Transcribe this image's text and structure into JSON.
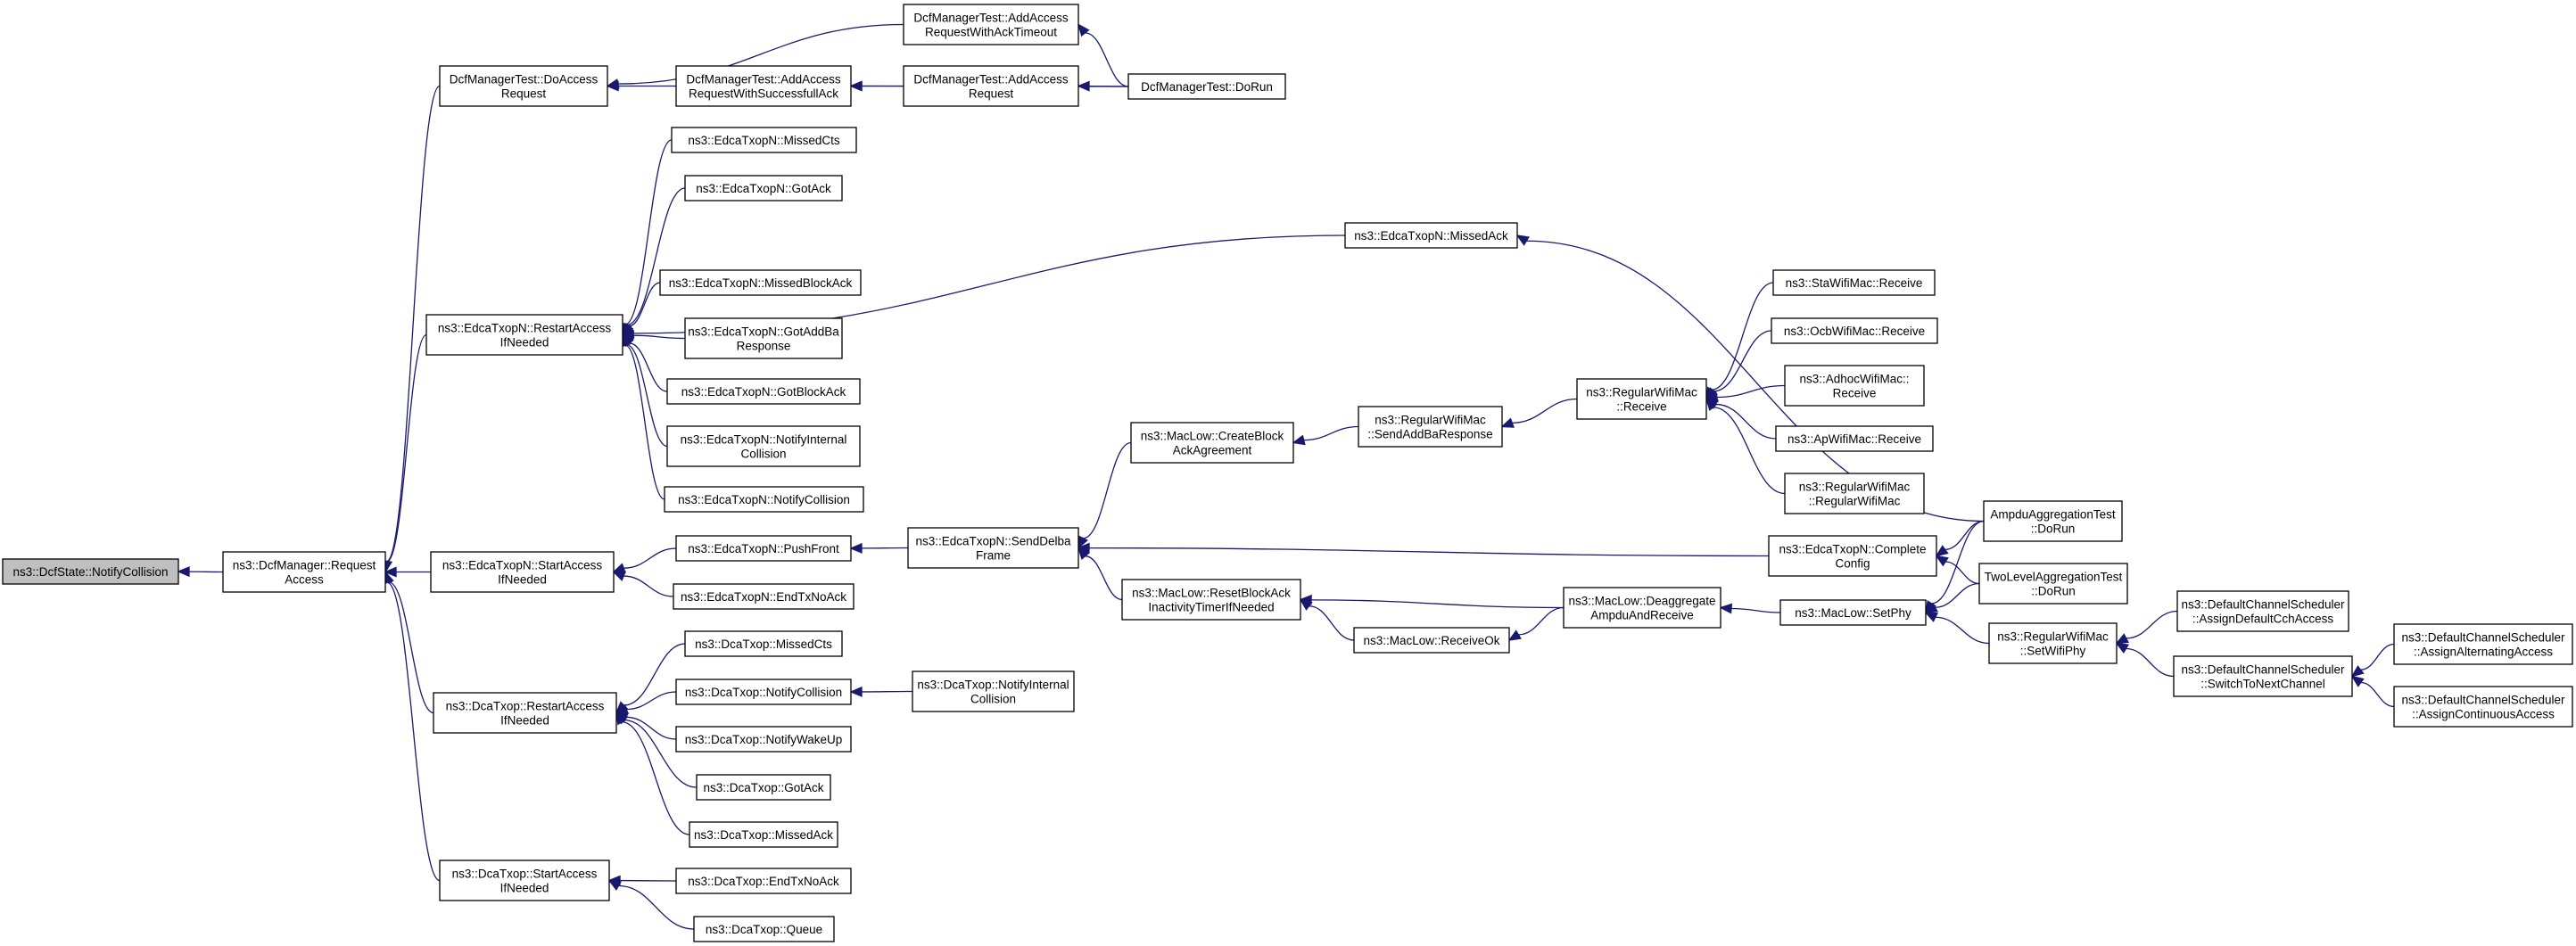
{
  "colors": {
    "edge": "#191970",
    "node_border": "#000000",
    "node_fill": "#ffffff",
    "root_fill": "#bfbfbf",
    "highlight_border": "#ff0000"
  },
  "nodes": [
    {
      "id": "root",
      "lines": [
        "ns3::DcfState::NotifyCollision"
      ],
      "style": "root"
    },
    {
      "id": "dcfmgr_req",
      "lines": [
        "ns3::DcfManager::Request",
        "Access"
      ]
    },
    {
      "id": "dmt_doaccess",
      "lines": [
        "DcfManagerTest::DoAccess",
        "Request"
      ]
    },
    {
      "id": "dmt_addtimeout",
      "lines": [
        "DcfManagerTest::AddAccess",
        "RequestWithAckTimeout"
      ]
    },
    {
      "id": "dmt_addsucc",
      "lines": [
        "DcfManagerTest::AddAccess",
        "RequestWithSuccessfullAck"
      ]
    },
    {
      "id": "dmt_addreq",
      "lines": [
        "DcfManagerTest::AddAccess",
        "Request"
      ]
    },
    {
      "id": "dmt_dorun",
      "lines": [
        "DcfManagerTest::DoRun"
      ]
    },
    {
      "id": "edca_restart",
      "lines": [
        "ns3::EdcaTxopN::RestartAccess",
        "IfNeeded"
      ]
    },
    {
      "id": "edca_missedcts",
      "lines": [
        "ns3::EdcaTxopN::MissedCts"
      ]
    },
    {
      "id": "edca_gotack",
      "lines": [
        "ns3::EdcaTxopN::GotAck"
      ]
    },
    {
      "id": "edca_missedack",
      "lines": [
        "ns3::EdcaTxopN::MissedAck"
      ]
    },
    {
      "id": "edca_missedblockack",
      "lines": [
        "ns3::EdcaTxopN::MissedBlockAck"
      ]
    },
    {
      "id": "edca_gotaddba",
      "lines": [
        "ns3::EdcaTxopN::GotAddBa",
        "Response"
      ]
    },
    {
      "id": "edca_gotblockack",
      "lines": [
        "ns3::EdcaTxopN::GotBlockAck"
      ]
    },
    {
      "id": "edca_notifyinternal",
      "lines": [
        "ns3::EdcaTxopN::NotifyInternal",
        "Collision"
      ]
    },
    {
      "id": "edca_notifycoll",
      "lines": [
        "ns3::EdcaTxopN::NotifyCollision"
      ]
    },
    {
      "id": "edca_start",
      "lines": [
        "ns3::EdcaTxopN::StartAccess",
        "IfNeeded"
      ]
    },
    {
      "id": "edca_pushfront",
      "lines": [
        "ns3::EdcaTxopN::PushFront"
      ]
    },
    {
      "id": "edca_endtxnoack",
      "lines": [
        "ns3::EdcaTxopN::EndTxNoAck"
      ]
    },
    {
      "id": "edca_senddelba",
      "lines": [
        "ns3::EdcaTxopN::SendDelba",
        "Frame"
      ]
    },
    {
      "id": "maclow_createblock",
      "lines": [
        "ns3::MacLow::CreateBlock",
        "AckAgreement"
      ]
    },
    {
      "id": "rwm_sendaddba",
      "lines": [
        "ns3::RegularWifiMac",
        "::SendAddBaResponse"
      ]
    },
    {
      "id": "rwm_receive",
      "lines": [
        "ns3::RegularWifiMac",
        "::Receive"
      ]
    },
    {
      "id": "sta_receive",
      "lines": [
        "ns3::StaWifiMac::Receive"
      ]
    },
    {
      "id": "ocb_receive",
      "lines": [
        "ns3::OcbWifiMac::Receive"
      ]
    },
    {
      "id": "adhoc_receive",
      "lines": [
        "ns3::AdhocWifiMac::",
        "Receive"
      ]
    },
    {
      "id": "ap_receive",
      "lines": [
        "ns3::ApWifiMac::Receive"
      ]
    },
    {
      "id": "rwm_ctor",
      "lines": [
        "ns3::RegularWifiMac",
        "::RegularWifiMac"
      ]
    },
    {
      "id": "maclow_reset",
      "lines": [
        "ns3::MacLow::ResetBlockAck",
        "InactivityTimerIfNeeded"
      ]
    },
    {
      "id": "maclow_receiveok",
      "lines": [
        "ns3::MacLow::ReceiveOk"
      ]
    },
    {
      "id": "maclow_deagg",
      "lines": [
        "ns3::MacLow::Deaggregate",
        "AmpduAndReceive"
      ]
    },
    {
      "id": "maclow_setphy",
      "lines": [
        "ns3::MacLow::SetPhy"
      ]
    },
    {
      "id": "edca_complete",
      "lines": [
        "ns3::EdcaTxopN::Complete",
        "Config"
      ]
    },
    {
      "id": "ampdu_dorun",
      "lines": [
        "AmpduAggregationTest",
        "::DoRun"
      ]
    },
    {
      "id": "twolevel_dorun",
      "lines": [
        "TwoLevelAggregationTest",
        "::DoRun"
      ]
    },
    {
      "id": "rwm_setwifiphy",
      "lines": [
        "ns3::RegularWifiMac",
        "::SetWifiPhy"
      ]
    },
    {
      "id": "dcs_assigndefault",
      "lines": [
        "ns3::DefaultChannelScheduler",
        "::AssignDefaultCchAccess"
      ]
    },
    {
      "id": "dcs_switch",
      "lines": [
        "ns3::DefaultChannelScheduler",
        "::SwitchToNextChannel"
      ],
      "style": "highlight"
    },
    {
      "id": "dcs_assignalt",
      "lines": [
        "ns3::DefaultChannelScheduler",
        "::AssignAlternatingAccess"
      ]
    },
    {
      "id": "dcs_assigncont",
      "lines": [
        "ns3::DefaultChannelScheduler",
        "::AssignContinuousAccess"
      ]
    },
    {
      "id": "dca_restart",
      "lines": [
        "ns3::DcaTxop::RestartAccess",
        "IfNeeded"
      ]
    },
    {
      "id": "dca_missedcts",
      "lines": [
        "ns3::DcaTxop::MissedCts"
      ]
    },
    {
      "id": "dca_notifycoll",
      "lines": [
        "ns3::DcaTxop::NotifyCollision"
      ]
    },
    {
      "id": "dca_notifyinternal",
      "lines": [
        "ns3::DcaTxop::NotifyInternal",
        "Collision"
      ]
    },
    {
      "id": "dca_notifywakeup",
      "lines": [
        "ns3::DcaTxop::NotifyWakeUp"
      ]
    },
    {
      "id": "dca_gotack",
      "lines": [
        "ns3::DcaTxop::GotAck"
      ]
    },
    {
      "id": "dca_missedack",
      "lines": [
        "ns3::DcaTxop::MissedAck"
      ]
    },
    {
      "id": "dca_start",
      "lines": [
        "ns3::DcaTxop::StartAccess",
        "IfNeeded"
      ]
    },
    {
      "id": "dca_endtxnoack",
      "lines": [
        "ns3::DcaTxop::EndTxNoAck"
      ]
    },
    {
      "id": "dca_queue",
      "lines": [
        "ns3::DcaTxop::Queue"
      ]
    }
  ],
  "edges": [
    [
      "dcfmgr_req",
      "root"
    ],
    [
      "dmt_doaccess",
      "dcfmgr_req"
    ],
    [
      "edca_restart",
      "dcfmgr_req"
    ],
    [
      "edca_start",
      "dcfmgr_req"
    ],
    [
      "dca_restart",
      "dcfmgr_req"
    ],
    [
      "dca_start",
      "dcfmgr_req"
    ],
    [
      "dmt_addtimeout",
      "dmt_doaccess"
    ],
    [
      "dmt_addsucc",
      "dmt_doaccess"
    ],
    [
      "dmt_dorun",
      "dmt_addtimeout"
    ],
    [
      "dmt_addreq",
      "dmt_addsucc"
    ],
    [
      "dmt_dorun",
      "dmt_addsucc"
    ],
    [
      "dmt_dorun",
      "dmt_addreq"
    ],
    [
      "edca_missedcts",
      "edca_restart"
    ],
    [
      "edca_gotack",
      "edca_restart"
    ],
    [
      "edca_missedack",
      "edca_restart"
    ],
    [
      "edca_missedblockack",
      "edca_restart"
    ],
    [
      "edca_gotaddba",
      "edca_restart"
    ],
    [
      "edca_gotblockack",
      "edca_restart"
    ],
    [
      "edca_notifyinternal",
      "edca_restart"
    ],
    [
      "edca_notifycoll",
      "edca_restart"
    ],
    [
      "ampdu_dorun",
      "edca_missedack"
    ],
    [
      "edca_pushfront",
      "edca_start"
    ],
    [
      "edca_endtxnoack",
      "edca_start"
    ],
    [
      "edca_senddelba",
      "edca_pushfront"
    ],
    [
      "maclow_createblock",
      "edca_senddelba"
    ],
    [
      "edca_complete",
      "edca_senddelba"
    ],
    [
      "maclow_reset",
      "edca_senddelba"
    ],
    [
      "rwm_sendaddba",
      "maclow_createblock"
    ],
    [
      "rwm_receive",
      "rwm_sendaddba"
    ],
    [
      "sta_receive",
      "rwm_receive"
    ],
    [
      "ocb_receive",
      "rwm_receive"
    ],
    [
      "adhoc_receive",
      "rwm_receive"
    ],
    [
      "ap_receive",
      "rwm_receive"
    ],
    [
      "rwm_ctor",
      "rwm_receive"
    ],
    [
      "maclow_deagg",
      "maclow_reset"
    ],
    [
      "maclow_receiveok",
      "maclow_reset"
    ],
    [
      "maclow_deagg",
      "maclow_receiveok"
    ],
    [
      "maclow_setphy",
      "maclow_deagg"
    ],
    [
      "ampdu_dorun",
      "maclow_setphy"
    ],
    [
      "twolevel_dorun",
      "maclow_setphy"
    ],
    [
      "rwm_setwifiphy",
      "maclow_setphy"
    ],
    [
      "ampdu_dorun",
      "edca_complete"
    ],
    [
      "twolevel_dorun",
      "edca_complete"
    ],
    [
      "dcs_assigndefault",
      "rwm_setwifiphy"
    ],
    [
      "dcs_switch",
      "rwm_setwifiphy"
    ],
    [
      "dcs_assignalt",
      "dcs_switch"
    ],
    [
      "dcs_assigncont",
      "dcs_switch"
    ],
    [
      "dca_missedcts",
      "dca_restart"
    ],
    [
      "dca_notifycoll",
      "dca_restart"
    ],
    [
      "dca_notifywakeup",
      "dca_restart"
    ],
    [
      "dca_gotack",
      "dca_restart"
    ],
    [
      "dca_missedack",
      "dca_restart"
    ],
    [
      "dca_notifyinternal",
      "dca_notifycoll"
    ],
    [
      "dca_endtxnoack",
      "dca_start"
    ],
    [
      "dca_queue",
      "dca_start"
    ]
  ]
}
